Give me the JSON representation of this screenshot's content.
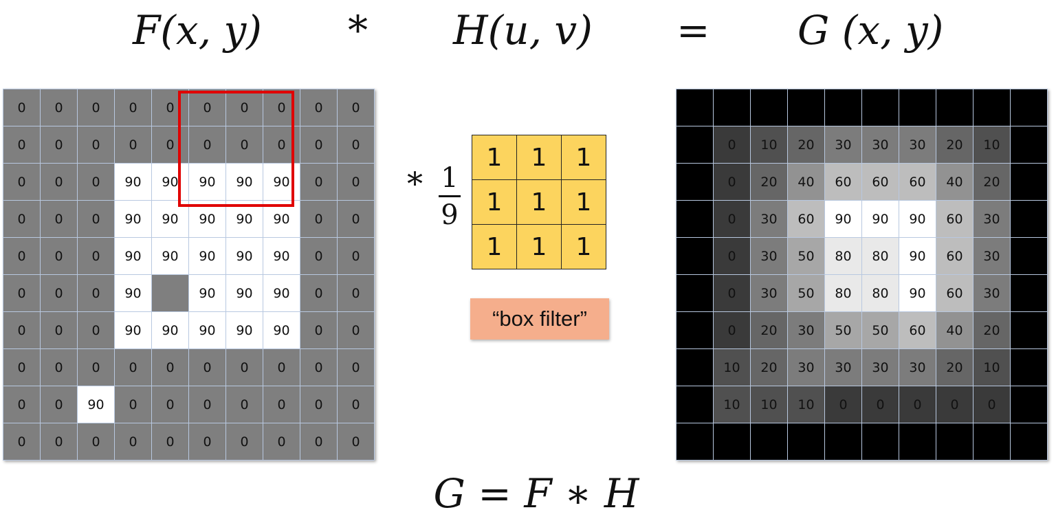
{
  "equation": {
    "input": "F(x, y)",
    "conv_op": "*",
    "kernel": "H(u, v)",
    "equals": "=",
    "output": "G (x, y)"
  },
  "input_grid": [
    [
      "0",
      "0",
      "0",
      "0",
      "0",
      "0",
      "0",
      "0",
      "0",
      "0"
    ],
    [
      "0",
      "0",
      "0",
      "0",
      "0",
      "0",
      "0",
      "0",
      "0",
      "0"
    ],
    [
      "0",
      "0",
      "0",
      "90",
      "90",
      "90",
      "90",
      "90",
      "0",
      "0"
    ],
    [
      "0",
      "0",
      "0",
      "90",
      "90",
      "90",
      "90",
      "90",
      "0",
      "0"
    ],
    [
      "0",
      "0",
      "0",
      "90",
      "90",
      "90",
      "90",
      "90",
      "0",
      "0"
    ],
    [
      "0",
      "0",
      "0",
      "90",
      "",
      "90",
      "90",
      "90",
      "0",
      "0"
    ],
    [
      "0",
      "0",
      "0",
      "90",
      "90",
      "90",
      "90",
      "90",
      "0",
      "0"
    ],
    [
      "0",
      "0",
      "0",
      "0",
      "0",
      "0",
      "0",
      "0",
      "0",
      "0"
    ],
    [
      "0",
      "0",
      "90",
      "0",
      "0",
      "0",
      "0",
      "0",
      "0",
      "0"
    ],
    [
      "0",
      "0",
      "0",
      "0",
      "0",
      "0",
      "0",
      "0",
      "0",
      "0"
    ]
  ],
  "output_grid": [
    [
      "",
      "",
      "",
      "",
      "",
      "",
      "",
      "",
      "",
      ""
    ],
    [
      "",
      "0",
      "10",
      "20",
      "30",
      "30",
      "30",
      "20",
      "10",
      ""
    ],
    [
      "",
      "0",
      "20",
      "40",
      "60",
      "60",
      "60",
      "40",
      "20",
      ""
    ],
    [
      "",
      "0",
      "30",
      "60",
      "90",
      "90",
      "90",
      "60",
      "30",
      ""
    ],
    [
      "",
      "0",
      "30",
      "50",
      "80",
      "80",
      "90",
      "60",
      "30",
      ""
    ],
    [
      "",
      "0",
      "30",
      "50",
      "80",
      "80",
      "90",
      "60",
      "30",
      ""
    ],
    [
      "",
      "0",
      "20",
      "30",
      "50",
      "50",
      "60",
      "40",
      "20",
      ""
    ],
    [
      "",
      "10",
      "20",
      "30",
      "30",
      "30",
      "30",
      "20",
      "10",
      ""
    ],
    [
      "",
      "10",
      "10",
      "10",
      "0",
      "0",
      "0",
      "0",
      "0",
      ""
    ],
    [
      "",
      "",
      "",
      "",
      "",
      "",
      "",
      "",
      "",
      ""
    ]
  ],
  "input_fill_grid": [
    [
      0,
      0,
      0,
      0,
      0,
      0,
      0,
      0,
      0,
      0
    ],
    [
      0,
      0,
      0,
      0,
      0,
      0,
      0,
      0,
      0,
      0
    ],
    [
      0,
      0,
      0,
      90,
      90,
      90,
      90,
      90,
      0,
      0
    ],
    [
      0,
      0,
      0,
      90,
      90,
      90,
      90,
      90,
      0,
      0
    ],
    [
      0,
      0,
      0,
      90,
      90,
      90,
      90,
      90,
      0,
      0
    ],
    [
      0,
      0,
      0,
      90,
      0,
      90,
      90,
      90,
      0,
      0
    ],
    [
      0,
      0,
      0,
      90,
      90,
      90,
      90,
      90,
      0,
      0
    ],
    [
      0,
      0,
      0,
      0,
      0,
      0,
      0,
      0,
      0,
      0
    ],
    [
      0,
      0,
      90,
      0,
      0,
      0,
      0,
      0,
      0,
      0
    ],
    [
      0,
      0,
      0,
      0,
      0,
      0,
      0,
      0,
      0,
      0
    ]
  ],
  "output_fill_grid": [
    [
      -1,
      -1,
      -1,
      -1,
      -1,
      -1,
      -1,
      -1,
      -1,
      -1
    ],
    [
      -1,
      0,
      10,
      20,
      30,
      30,
      30,
      20,
      10,
      -1
    ],
    [
      -1,
      0,
      20,
      40,
      60,
      60,
      60,
      40,
      20,
      -1
    ],
    [
      -1,
      0,
      30,
      60,
      90,
      90,
      90,
      60,
      30,
      -1
    ],
    [
      -1,
      0,
      30,
      50,
      80,
      80,
      90,
      60,
      30,
      -1
    ],
    [
      -1,
      0,
      30,
      50,
      80,
      80,
      90,
      60,
      30,
      -1
    ],
    [
      -1,
      0,
      20,
      30,
      50,
      50,
      60,
      40,
      20,
      -1
    ],
    [
      -1,
      10,
      20,
      30,
      30,
      30,
      30,
      20,
      10,
      -1
    ],
    [
      -1,
      10,
      10,
      10,
      0,
      0,
      0,
      0,
      0,
      -1
    ],
    [
      -1,
      -1,
      -1,
      -1,
      -1,
      -1,
      -1,
      -1,
      -1,
      -1
    ]
  ],
  "kernel_scale": {
    "op": "*",
    "numerator": "1",
    "denominator": "9"
  },
  "kernel_values": [
    [
      "1",
      "1",
      "1"
    ],
    [
      "1",
      "1",
      "1"
    ],
    [
      "1",
      "1",
      "1"
    ]
  ],
  "box_filter_label": "“box filter”",
  "formula": "G = F ∗ H",
  "colors": {
    "background_low": "#7f7f7f",
    "background_high": "#ffffff",
    "output_border": "#000000",
    "grid_lines": "#b8c8e0",
    "window_highlight": "#e00000",
    "kernel_fill": "#fcd45e",
    "label_fill": "#f5ae8c"
  }
}
